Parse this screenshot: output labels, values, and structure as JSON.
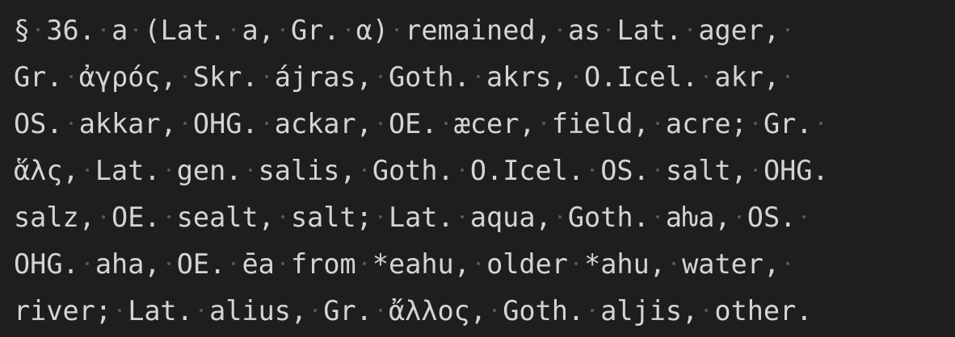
{
  "editor": {
    "lines": [
      "§ 36. a (Lat. a, Gr. α) remained, as Lat. ager,",
      "Gr. ἀγρός, Skr. ájras, Goth. akrs, O.Icel. akr,",
      "OS. akkar, OHG. ackar, OE. æcer, field, acre; Gr.",
      "ἅλς, Lat. gen. salis, Goth. O.Icel. OS. salt, OHG.",
      "salz, OE. sealt, salt; Lat. aqua, Goth. aƕa, OS.",
      "OHG. aha, OE. ēa from *eahu, older *ahu, water,",
      "river; Lat. alius, Gr. ἄλλος, Goth. aljis, other."
    ],
    "trailing_whitespace": [
      true,
      true,
      true,
      false,
      true,
      true,
      false
    ]
  }
}
